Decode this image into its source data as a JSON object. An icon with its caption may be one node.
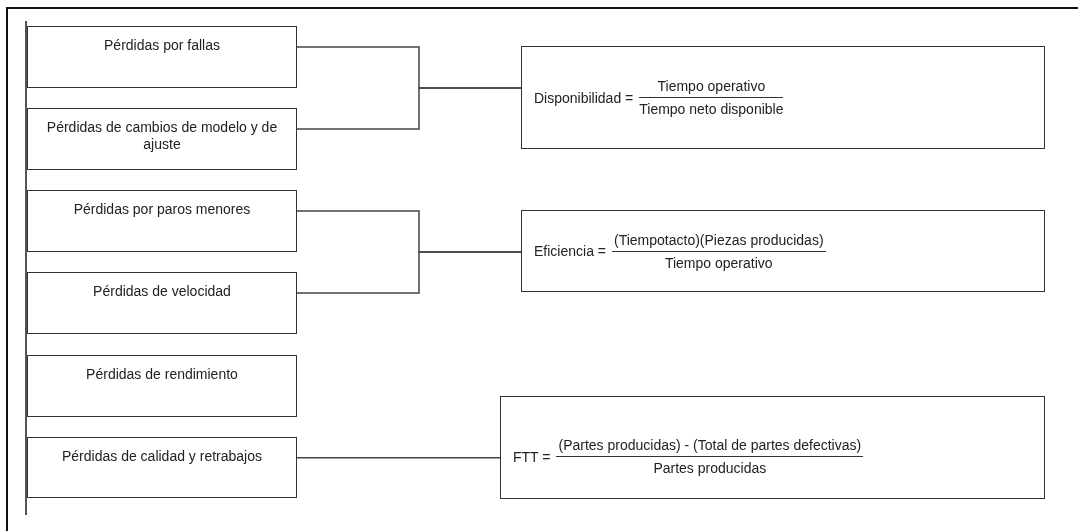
{
  "diagram": {
    "nodes": [
      {
        "text": [
          "Pérdidas por fallas"
        ]
      },
      {
        "text": [
          "Pérdidas de cambios de modelo y de ajuste"
        ]
      },
      {
        "text": [
          "Pérdidas por paros menores"
        ]
      },
      {
        "text": [
          "Pérdidas de velocidad"
        ]
      },
      {
        "text": [
          "Pérdidas de rendimiento"
        ]
      },
      {
        "text": [
          "Pérdidas de calidad y retrabajos"
        ]
      },
      {
        "text": [
          "Disponibilidad =",
          "Tiempo operativo",
          "Tiempo neto disponible"
        ]
      },
      {
        "text": [
          "Eficiencia =",
          "(Tiempotacto)(Piezas producidas)",
          "Tiempo operativo"
        ]
      },
      {
        "text": [
          "FTT =",
          "(Partes producidas) - (Total de partes defectivas)",
          "Partes producidas"
        ]
      }
    ],
    "edges": [
      {
        "from": 0,
        "to": 6,
        "arrow": "none"
      },
      {
        "from": 1,
        "to": 6,
        "arrow": "none"
      },
      {
        "from": 2,
        "to": 7,
        "arrow": "none"
      },
      {
        "from": 3,
        "to": 7,
        "arrow": "none"
      },
      {
        "from": 5,
        "to": 8,
        "arrow": "none"
      }
    ]
  }
}
